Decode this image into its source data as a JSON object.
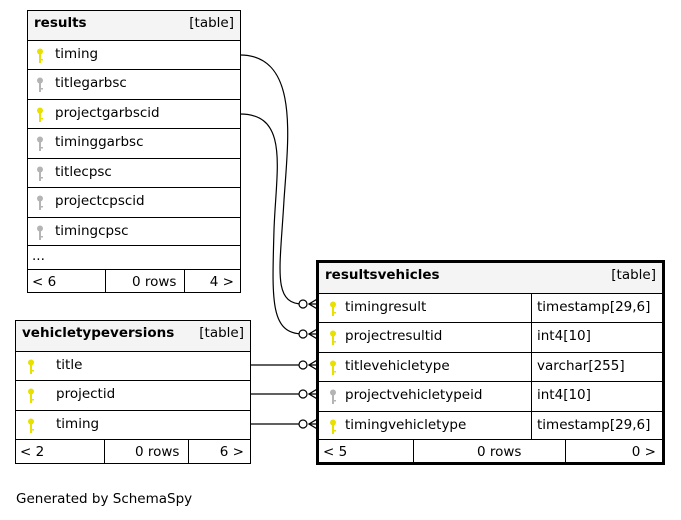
{
  "colors": {
    "primary_key": "#e8e000",
    "plain_key": "#b4b4b4",
    "header_bg": "#f4f4f4"
  },
  "icons": {
    "key": "key-icon"
  },
  "results": {
    "name": "results",
    "type": "[table]",
    "columns": [
      {
        "name": "timing",
        "primary": true
      },
      {
        "name": "titlegarbsc",
        "primary": false
      },
      {
        "name": "projectgarbscid",
        "primary": true
      },
      {
        "name": "timinggarbsc",
        "primary": false
      },
      {
        "name": "titlecpsc",
        "primary": false
      },
      {
        "name": "projectcpscid",
        "primary": false
      },
      {
        "name": "timingcpsc",
        "primary": false
      }
    ],
    "more": "...",
    "footer": {
      "parents": "< 6",
      "rows": "0 rows",
      "children": "4 >"
    }
  },
  "vehicletypeversions": {
    "name": "vehicletypeversions",
    "type": "[table]",
    "columns": [
      {
        "name": "title",
        "primary": true
      },
      {
        "name": "projectid",
        "primary": true
      },
      {
        "name": "timing",
        "primary": true
      }
    ],
    "footer": {
      "parents": "< 2",
      "rows": "0 rows",
      "children": "6 >"
    }
  },
  "resultsvehicles": {
    "name": "resultsvehicles",
    "type": "[table]",
    "columns": [
      {
        "name": "timingresult",
        "primary": true,
        "type": "timestamp[29,6]"
      },
      {
        "name": "projectresultid",
        "primary": true,
        "type": "int4[10]"
      },
      {
        "name": "titlevehicletype",
        "primary": true,
        "type": "varchar[255]"
      },
      {
        "name": "projectvehicletypeid",
        "primary": false,
        "type": "int4[10]"
      },
      {
        "name": "timingvehicletype",
        "primary": true,
        "type": "timestamp[29,6]"
      }
    ],
    "footer": {
      "parents": "< 5",
      "rows": "0 rows",
      "children": "0 >"
    }
  },
  "caption": "Generated by SchemaSpy"
}
